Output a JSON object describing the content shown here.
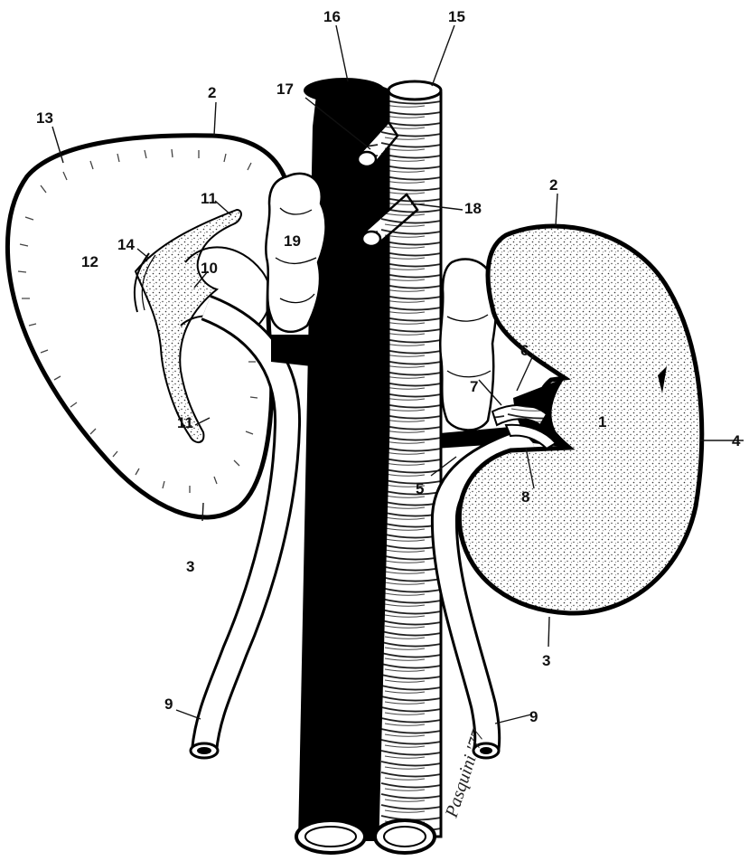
{
  "labels": {
    "l1": "1",
    "l2a": "2",
    "l2b": "2",
    "l3a": "3",
    "l3b": "3",
    "l4": "4",
    "l5": "5",
    "l6": "6",
    "l7": "7",
    "l8": "8",
    "l9a": "9",
    "l9b": "9",
    "l10": "10",
    "l11a": "11",
    "l11b": "11",
    "l12": "12",
    "l13": "13",
    "l14": "14",
    "l15": "15",
    "l16": "16",
    "l17": "17",
    "l18": "18",
    "l19": "19"
  },
  "signature": "Pasquini '77"
}
